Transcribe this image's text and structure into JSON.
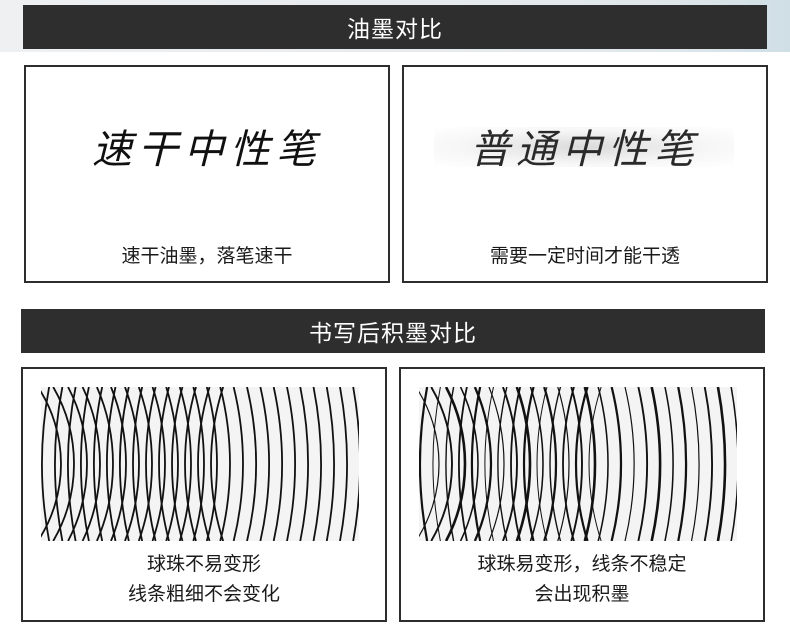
{
  "sections": [
    {
      "title": "油墨对比"
    },
    {
      "title": "书写后积墨对比"
    }
  ],
  "ink": {
    "left": {
      "sample": "速干中性笔",
      "caption": "速干油墨，落笔速干"
    },
    "right": {
      "sample": "普通中性笔",
      "caption": "需要一定时间才能干透"
    }
  },
  "blob": {
    "left": {
      "caption_line1": "球珠不易变形",
      "caption_line2": "线条粗细不会变化"
    },
    "right": {
      "caption_line1": "球珠易变形，线条不稳定",
      "caption_line2": "会出现积墨"
    }
  },
  "colors": {
    "bar": "#2e2e2e",
    "border": "#2d2d2d",
    "text": "#1a1a1a"
  }
}
